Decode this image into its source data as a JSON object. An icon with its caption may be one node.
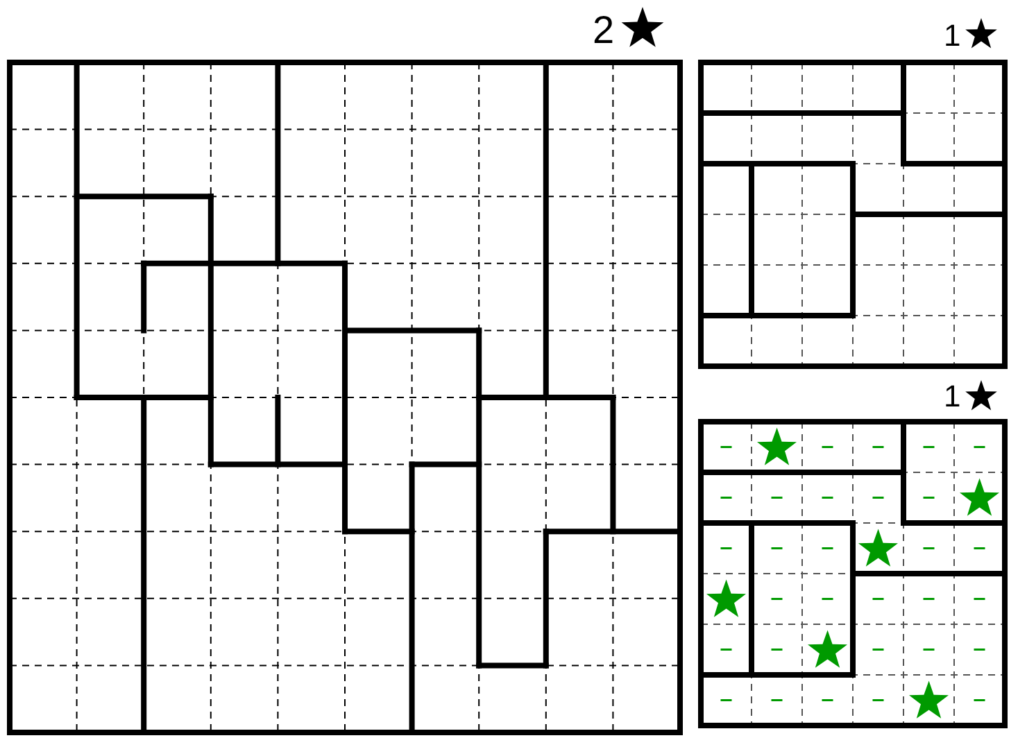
{
  "diagram": {
    "labels": [
      "2",
      "1",
      "1"
    ]
  }
}
